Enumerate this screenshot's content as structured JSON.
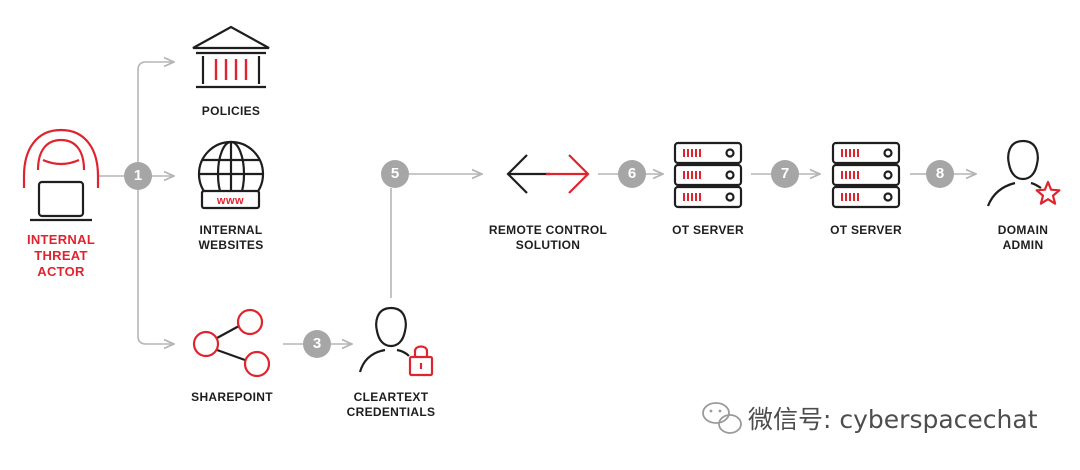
{
  "colors": {
    "accent": "#e0242f",
    "ink": "#1e1e1e",
    "connector": "#b5b5b5",
    "step_badge": "#a6a6a6"
  },
  "nodes": {
    "threat_actor": {
      "label": "INTERNAL\nTHREAT\nACTOR",
      "icon": "hooded-hacker-laptop-icon"
    },
    "policies": {
      "label": "POLICIES",
      "icon": "bank-building-icon"
    },
    "internal_websites": {
      "label": "INTERNAL\nWEBSITES",
      "icon": "globe-www-icon"
    },
    "sharepoint": {
      "label": "SHAREPOINT",
      "icon": "share-nodes-icon"
    },
    "cleartext_credentials": {
      "label": "CLEARTEXT\nCREDENTIALS",
      "icon": "user-lock-icon"
    },
    "remote_control": {
      "label": "REMOTE CONTROL\nSOLUTION",
      "icon": "bidirectional-arrows-icon"
    },
    "ot_server_1": {
      "label": "OT SERVER",
      "icon": "server-rack-icon"
    },
    "ot_server_2": {
      "label": "OT SERVER",
      "icon": "server-rack-icon"
    },
    "domain_admin": {
      "label": "DOMAIN\nADMIN",
      "icon": "user-star-icon"
    }
  },
  "steps": [
    "1",
    "3",
    "5",
    "6",
    "7",
    "8"
  ],
  "watermark": {
    "text": "微信号: cyberspacechat",
    "icon": "wechat-icon"
  }
}
